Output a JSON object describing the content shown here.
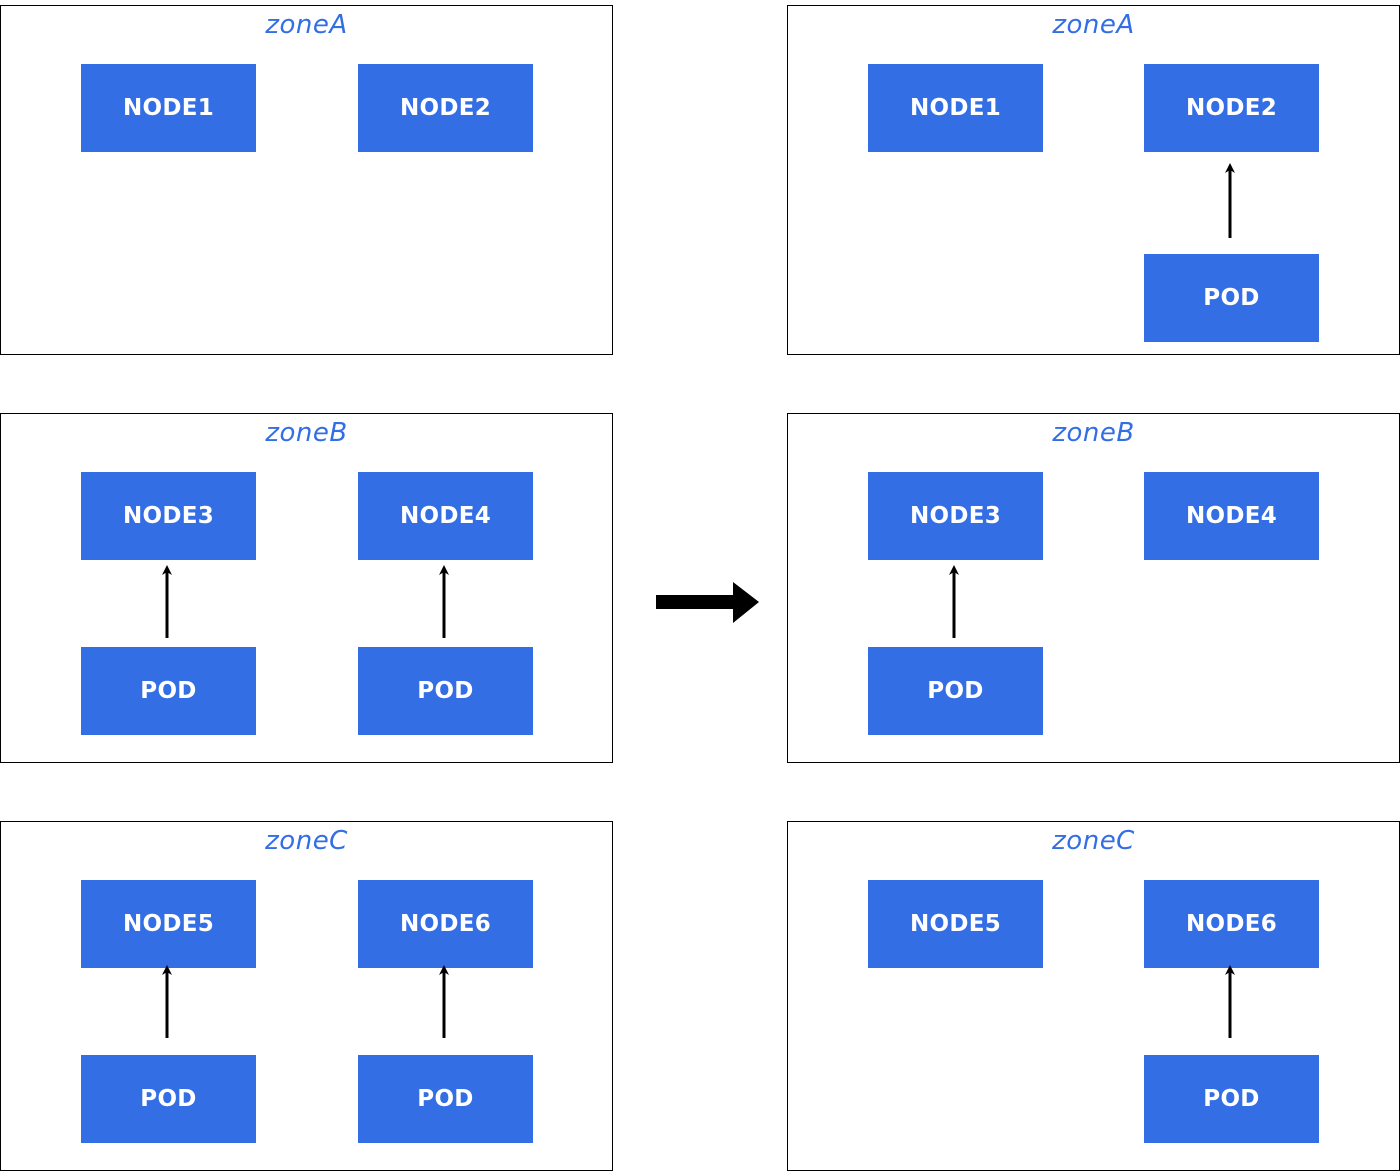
{
  "colors": {
    "node_fill": "#336ee5",
    "title_color": "#336ee5",
    "border": "#000000",
    "arrow": "#000000"
  },
  "labels": {
    "zoneA": "zoneA",
    "zoneB": "zoneB",
    "zoneC": "zoneC",
    "node1": "NODE1",
    "node2": "NODE2",
    "node3": "NODE3",
    "node4": "NODE4",
    "node5": "NODE5",
    "node6": "NODE6",
    "pod": "POD"
  },
  "before": {
    "zones": [
      {
        "title": "zoneA",
        "nodes": [
          "NODE1",
          "NODE2"
        ],
        "pods_on": []
      },
      {
        "title": "zoneB",
        "nodes": [
          "NODE3",
          "NODE4"
        ],
        "pods_on": [
          "NODE3",
          "NODE4"
        ]
      },
      {
        "title": "zoneC",
        "nodes": [
          "NODE5",
          "NODE6"
        ],
        "pods_on": [
          "NODE5",
          "NODE6"
        ]
      }
    ]
  },
  "after": {
    "zones": [
      {
        "title": "zoneA",
        "nodes": [
          "NODE1",
          "NODE2"
        ],
        "pods_on": [
          "NODE2"
        ]
      },
      {
        "title": "zoneB",
        "nodes": [
          "NODE3",
          "NODE4"
        ],
        "pods_on": [
          "NODE3"
        ]
      },
      {
        "title": "zoneC",
        "nodes": [
          "NODE5",
          "NODE6"
        ],
        "pods_on": [
          "NODE6"
        ]
      }
    ]
  }
}
